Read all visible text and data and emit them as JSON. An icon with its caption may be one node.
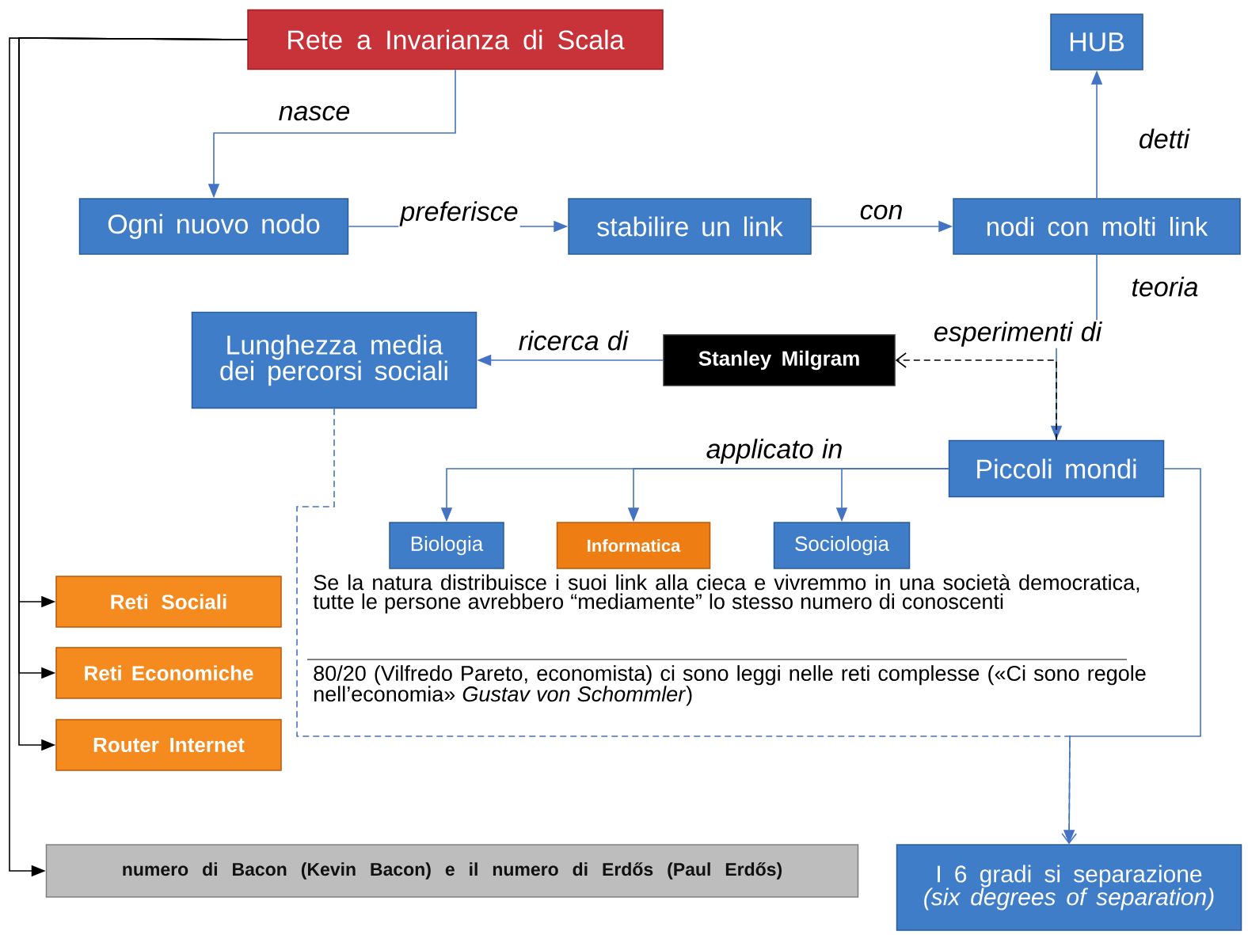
{
  "diagram": {
    "nodes": [
      {
        "text": [
          "Rete a Invarianza di Scala"
        ]
      },
      {
        "text": [
          "HUB"
        ]
      },
      {
        "text": [
          "Ogni nuovo nodo"
        ]
      },
      {
        "text": [
          "stabilire un link"
        ]
      },
      {
        "text": [
          "nodi con molti link"
        ]
      },
      {
        "text": [
          "Lunghezza media dei percorsi sociali"
        ]
      },
      {
        "text": [
          "Stanley Milgram"
        ]
      },
      {
        "text": [
          "Piccoli mondi"
        ]
      },
      {
        "text": [
          "Biologia"
        ]
      },
      {
        "text": [
          "Informatica"
        ]
      },
      {
        "text": [
          "Sociologia"
        ]
      },
      {
        "text": [
          "Reti Sociali"
        ]
      },
      {
        "text": [
          "Reti Economiche"
        ]
      },
      {
        "text": [
          "Router Internet"
        ]
      },
      {
        "text": [
          "numero di Bacon (Kevin Bacon) e il numero di Erdős (Paul Erdős)"
        ]
      },
      {
        "text": [
          "I 6 gradi si separazione",
          "(six degrees of separation)"
        ]
      }
    ],
    "edges": [
      {
        "from": 0,
        "to": 2,
        "arrow": "to",
        "label": "nasce"
      },
      {
        "from": 2,
        "to": 3,
        "arrow": "to",
        "label": "preferisce"
      },
      {
        "from": 3,
        "to": 4,
        "arrow": "to",
        "label": "con"
      },
      {
        "from": 4,
        "to": 1,
        "arrow": "to",
        "label": "detti"
      },
      {
        "from": 4,
        "to": 7,
        "arrow": "to",
        "label": "teoria"
      },
      {
        "from": 7,
        "to": 6,
        "arrow": "to",
        "label": "esperimenti di",
        "style": "dashed",
        "color": "#000000"
      },
      {
        "from": 6,
        "to": 5,
        "arrow": "to",
        "label": "ricerca di"
      },
      {
        "from": 7,
        "to": 8,
        "arrow": "to",
        "label": "applicato in"
      },
      {
        "from": 7,
        "to": 9,
        "arrow": "to"
      },
      {
        "from": 7,
        "to": 10,
        "arrow": "to"
      },
      {
        "from": 7,
        "to": 15,
        "arrow": "to"
      },
      {
        "from": 5,
        "to": 15,
        "arrow": "to",
        "style": "dashed"
      },
      {
        "from": 0,
        "to": 11,
        "arrow": "to",
        "color": "#000000"
      },
      {
        "from": 0,
        "to": 12,
        "arrow": "to",
        "color": "#000000"
      },
      {
        "from": 0,
        "to": 13,
        "arrow": "to",
        "color": "#000000"
      },
      {
        "from": 0,
        "to": 14,
        "arrow": "to",
        "color": "#000000"
      }
    ],
    "labels": [
      "Se la natura distribuisce i suoi link alla cieca e vivremmo in una società democratica, tutte le persone avrebbero “mediamente” lo stesso numero di conoscenti",
      "80/20 (Vilfredo Pareto, economista) ci sono leggi nelle reti complesse («Ci sono regole nell’economia» *Gustav von Schommler*)"
    ]
  }
}
